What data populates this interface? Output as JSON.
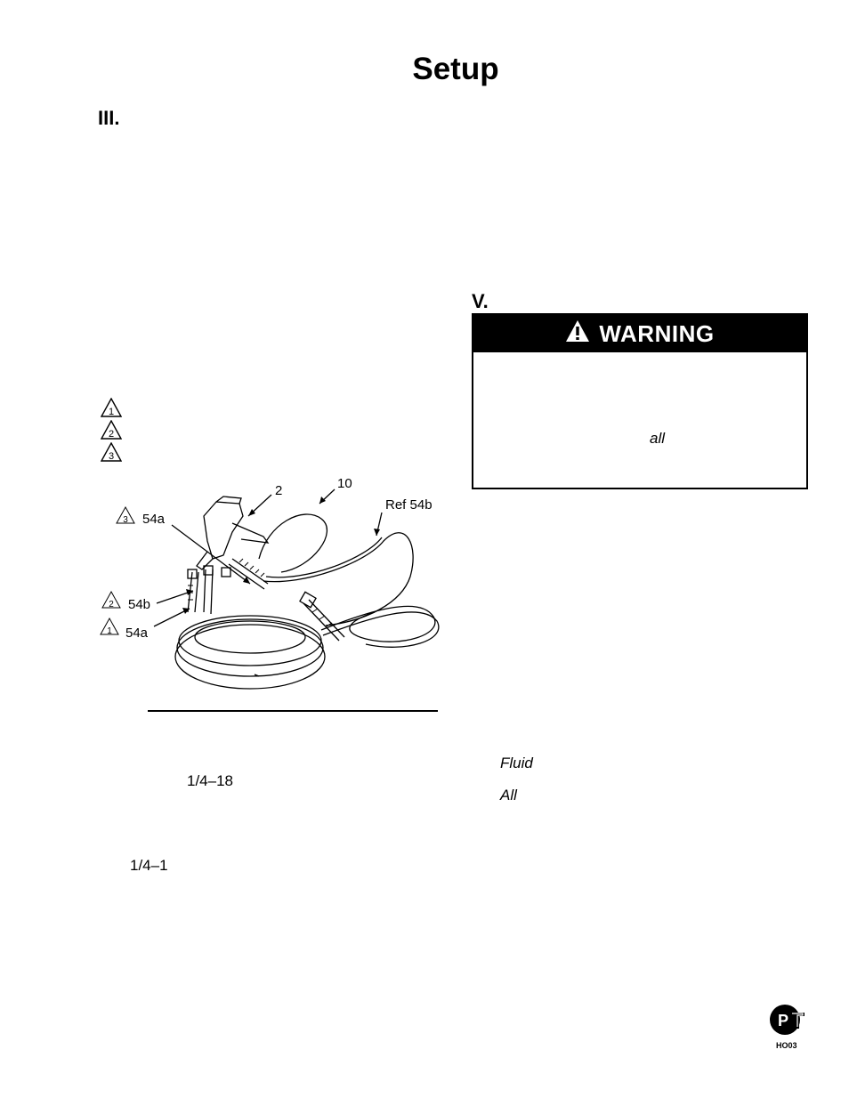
{
  "page": {
    "title": "Setup",
    "section_iii": "III.",
    "section_v": "V."
  },
  "notes": {
    "markers": [
      "1",
      "2",
      "3"
    ]
  },
  "warning": {
    "label": "WARNING",
    "italic_word": "all"
  },
  "figure": {
    "callouts": {
      "c2": "2",
      "c10": "10",
      "ref54b": "Ref 54b",
      "t3_54a": "54a",
      "t2_54b": "54b",
      "t1_54a": "54a"
    },
    "triangle_numbers": {
      "n3": "3",
      "n2": "2",
      "n1": "1"
    }
  },
  "body_text": {
    "size_a": "1/4–18",
    "size_b": "1/4–1",
    "fluid": "Fluid",
    "all": "All"
  },
  "cert": {
    "code": "HO03"
  }
}
